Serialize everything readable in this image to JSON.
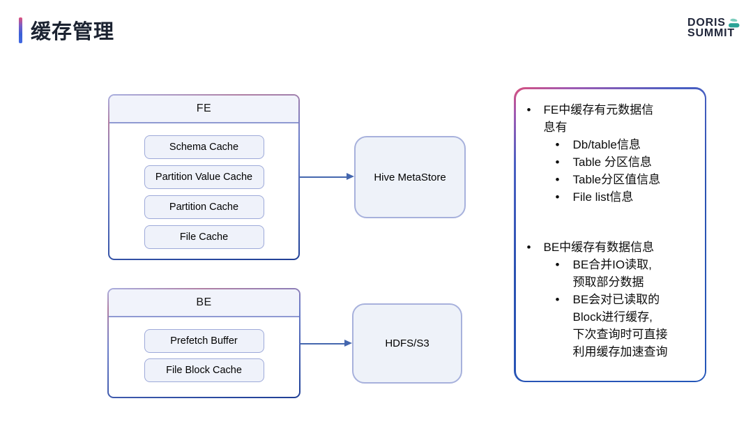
{
  "header": {
    "title": "缓存管理",
    "logo": {
      "line1": "DORIS",
      "line2": "SUMMIT"
    }
  },
  "diagram": {
    "fe": {
      "label": "FE",
      "items": [
        "Schema Cache",
        "Partition Value Cache",
        "Partition Cache",
        "File Cache"
      ]
    },
    "be": {
      "label": "BE",
      "items": [
        "Prefetch Buffer",
        "File Block Cache"
      ]
    },
    "hive_metastore": {
      "label": "Hive MetaStore"
    },
    "hdfs_s3": {
      "label": "HDFS/S3"
    }
  },
  "panel": {
    "bullet": "•",
    "items": [
      {
        "text": "FE中缓存有元数据信\n息有",
        "subitems": [
          "Db/table信息",
          "Table 分区信息",
          "Table分区值信息",
          "File list信息"
        ]
      },
      {
        "text": "BE中缓存有数据信息",
        "subitems": [
          "BE合并IO读取,\n预取部分数据",
          "BE会对已读取的\nBlock进行缓存,\n下次查询时可直接\n利用缓存加速查询"
        ]
      }
    ]
  },
  "colors": {
    "accent_pink": "#d84f7c",
    "accent_blue": "#2b52b2",
    "group_border_dark": "#2a4aa0",
    "group_border_light": "#a8afe0",
    "node_fill": "#eff2fa",
    "node_border": "#9da9d9",
    "arrow": "#4466ae",
    "logo_teal_dark": "#2aa396",
    "logo_teal_light": "#7ccdbd",
    "title_color": "#1c2331"
  }
}
